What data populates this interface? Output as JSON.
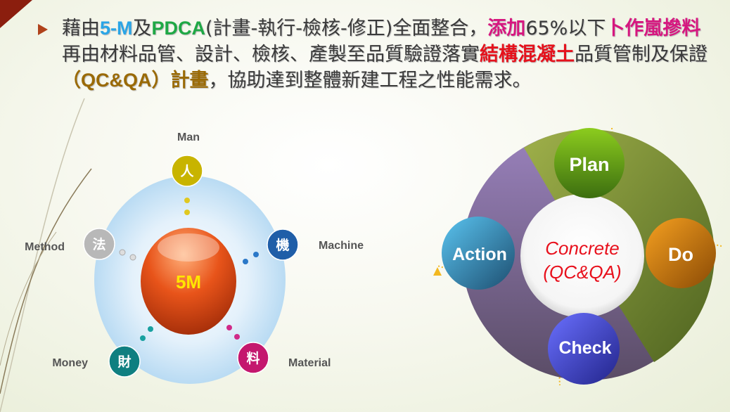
{
  "paragraph": {
    "t1": "藉由",
    "t2": "5-M",
    "t3": "及",
    "t4": "PDCA",
    "t5": "(計畫-執行-檢核-修正)全面整合，",
    "t6": "添加",
    "t7": "65%以下",
    "t8": "卜作嵐摻料",
    "t9": "再由材料品管、設計、檢核、產製至品質驗證落實",
    "t10": "結構混凝土",
    "t11": "品質管制及保證",
    "t12": "（QC&QA）計畫",
    "t13": "，協助達到整體新建工程之性能需求。"
  },
  "five_m": {
    "center": "5M",
    "nodes": [
      {
        "char": "人",
        "label": "Man",
        "color": "#c8b400"
      },
      {
        "char": "機",
        "label": "Machine",
        "color": "#1f5ea8"
      },
      {
        "char": "料",
        "label": "Material",
        "color": "#c4176e"
      },
      {
        "char": "財",
        "label": "Money",
        "color": "#0f7f80"
      },
      {
        "char": "法",
        "label": "Method",
        "color": "#b8b8b8"
      }
    ]
  },
  "pdca": {
    "center_line1": "Concrete",
    "center_line2": "(QC&QA)",
    "plan": "Plan",
    "do": "Do",
    "check": "Check",
    "action": "Action"
  }
}
